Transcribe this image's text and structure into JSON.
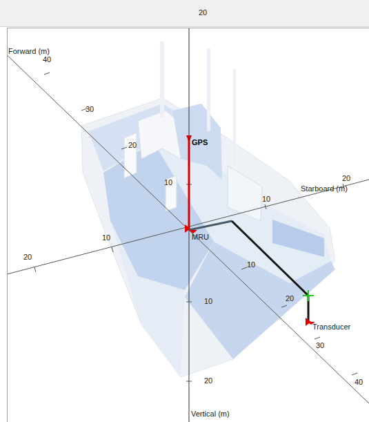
{
  "diagram": {
    "labels": [
      "Forward (m)",
      "40",
      "20",
      "30",
      "20",
      "GPS",
      "10",
      "Starboard (m)",
      "20",
      "10",
      "MRU",
      "10",
      "20",
      "10",
      "10",
      "20",
      "Transducer",
      "30",
      "20",
      "40",
      "Vertical (m)"
    ]
  }
}
